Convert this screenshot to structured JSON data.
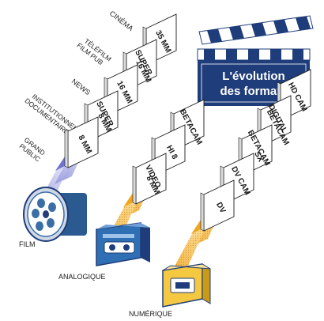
{
  "title": {
    "line1": "L'évolution",
    "line2": "des formats"
  },
  "categories": [
    {
      "label": "CINÉMA"
    },
    {
      "label_lines": [
        "TÉLÉFILM",
        "FILM PUB"
      ]
    },
    {
      "label": "NEWS"
    },
    {
      "label_lines": [
        "INSTITUTIONNEL",
        "DOCUMENTAIRES"
      ]
    },
    {
      "label_lines": [
        "GRAND",
        "PUBLIC"
      ]
    }
  ],
  "film": {
    "label": "FILM",
    "formats": [
      {
        "lines": [
          "35 MM"
        ]
      },
      {
        "lines": [
          "SUPER",
          "16 MM"
        ]
      },
      {
        "lines": [
          "16 MM"
        ]
      },
      {
        "lines": [
          "SUPER",
          "8 MM"
        ]
      },
      {
        "lines": [
          "8 MM"
        ]
      }
    ]
  },
  "analog": {
    "label": "ANALOGIQUE",
    "formats": [
      {
        "lines": [
          "BETACAM"
        ]
      },
      {
        "lines": [
          "HI 8"
        ]
      },
      {
        "lines": [
          "VIDEO",
          "8 MM"
        ]
      }
    ]
  },
  "digital": {
    "label": "NUMÉRIQUE",
    "formats": [
      {
        "lines": [
          "HD CAM"
        ]
      },
      {
        "lines": [
          "DIGITAL",
          "BETACAM"
        ]
      },
      {
        "lines": [
          "BETACAM",
          "SX"
        ]
      },
      {
        "lines": [
          "DV CAM"
        ]
      },
      {
        "lines": [
          "DV"
        ]
      }
    ]
  },
  "colors": {
    "navy": "#1f3d7a",
    "film_beam": "#8b8fd6",
    "gold_beam": "#f2b233",
    "cassette_yellow": "#f5c842",
    "reel_blue": "#3a6ea5"
  }
}
